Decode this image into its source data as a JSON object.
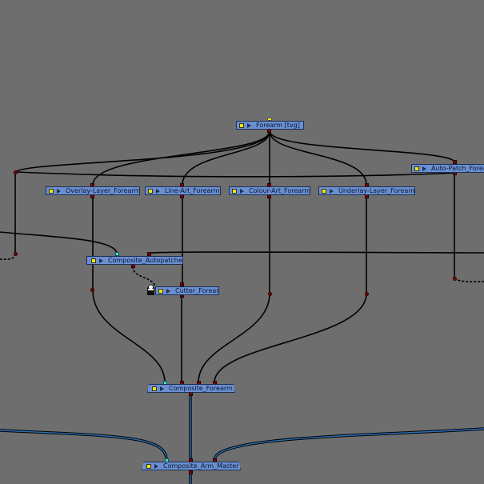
{
  "nodes": {
    "forearm_tvg": "Forearm [tvg]",
    "auto_patch": "Auto-Patch_Forearm",
    "overlay": "Overlay-Layer_Forearm",
    "line_art": "Line-Art_Forearm",
    "colour_art": "Colour-Art_Forearm",
    "underlay": "Underlay-Layer_Forearm",
    "composite_autopatches": "Composite_Autopatches",
    "cutter": "Cutter_Forearm",
    "composite_forearm": "Composite_Forearm",
    "composite_arm_master": "Composite_Arm_Master"
  },
  "icons": {
    "enable_toggle": "yellow-square-toggle",
    "expand": "play-triangle",
    "cutter": "cutter-mask-icon"
  },
  "colors": {
    "background": "#6e6e6e",
    "node_fill": "#6b8fd0",
    "wire": "#000000",
    "bundle_wire": "#1f5f9f",
    "port": "#7a0000",
    "enable": "#f2e600"
  }
}
